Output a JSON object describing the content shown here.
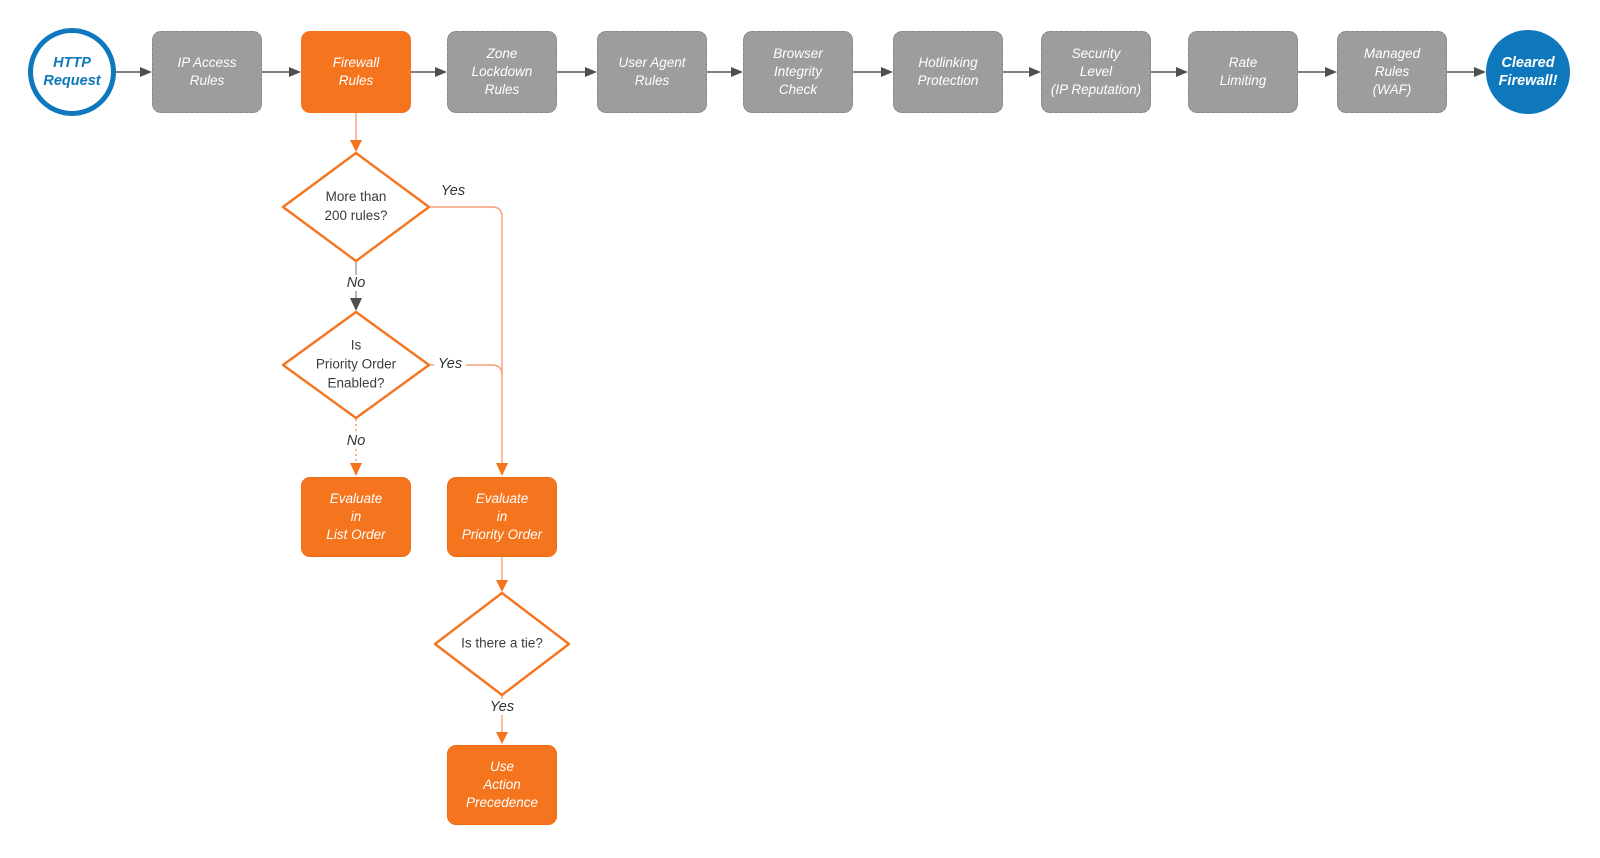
{
  "flow": {
    "start": "HTTP\nRequest",
    "stages": {
      "ip_access": "IP Access\nRules",
      "firewall": "Firewall\nRules",
      "zone_lockdown": "Zone\nLockdown\nRules",
      "user_agent": "User Agent\nRules",
      "browser_integrity": "Browser\nIntegrity\nCheck",
      "hotlinking": "Hotlinking\nProtection",
      "security_level": "Security\nLevel\n(IP Reputation)",
      "rate_limiting": "Rate\nLimiting",
      "managed_rules": "Managed\nRules\n(WAF)"
    },
    "end": "Cleared\nFirewall!",
    "decisions": {
      "rule_count": "More than\n200 rules?",
      "priority_enabled": "Is\nPriority Order\nEnabled?",
      "tie": "Is there a tie?"
    },
    "branches": {
      "rule_count_yes": "Yes",
      "rule_count_no": "No",
      "priority_yes": "Yes",
      "priority_no": "No",
      "tie_yes": "Yes"
    },
    "actions": {
      "list_order": "Evaluate\nin\nList Order",
      "priority_order": "Evaluate\nin\nPriority Order",
      "action_precedence": "Use\nAction\nPrecedence"
    },
    "colors": {
      "accent_orange": "#f5751f",
      "connector_orange_line": "#f9a078",
      "node_gray": "#9d9d9d",
      "accent_blue": "#0f78bc",
      "connector_gray": "#4f4f4f",
      "text_dark": "#3c3c3c"
    }
  }
}
